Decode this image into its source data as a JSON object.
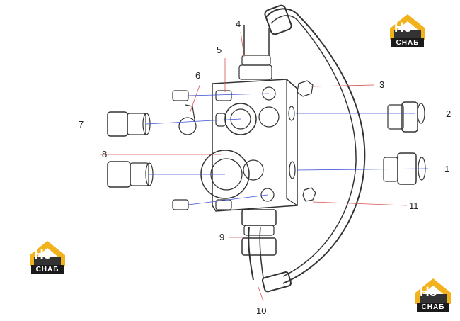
{
  "callouts": {
    "c1": "1",
    "c2": "2",
    "c3": "3",
    "c4": "4",
    "c5": "5",
    "c6": "6",
    "c7": "7",
    "c8": "8",
    "c9": "9",
    "c10": "10",
    "c11": "11"
  },
  "logo": {
    "mark": "H3",
    "caption": "CHAБ",
    "accent_color": "#f2b21b",
    "dark_color": "#1a1a1a"
  },
  "colors": {
    "line_art": "#333333",
    "leader_line": "#3b4fd6",
    "leader_red": "#d9534f"
  }
}
